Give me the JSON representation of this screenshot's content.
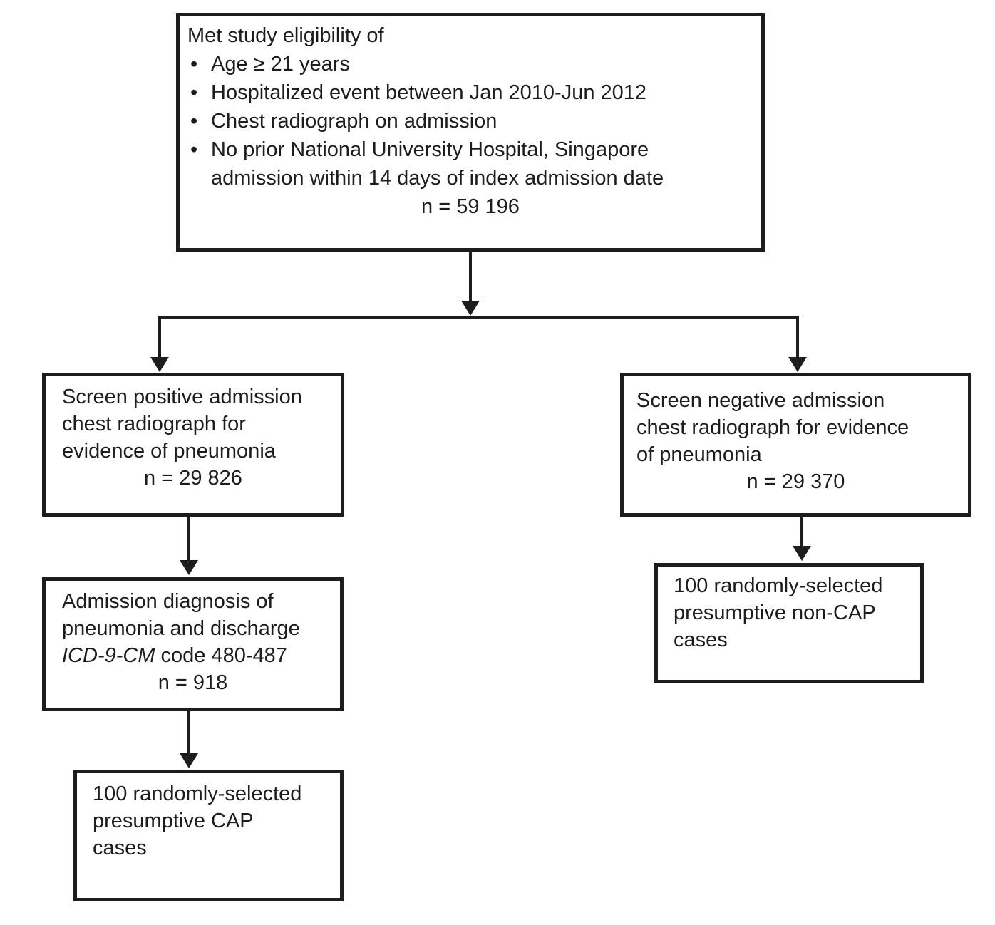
{
  "diagram": {
    "description": "Study eligibility and chest radiograph screening flowchart",
    "colors": {
      "ink": "#1d1d1b",
      "background": "#ffffff"
    },
    "bullet_glyph": "•",
    "boxes": {
      "eligibility": {
        "title": "Met study eligibility of",
        "bullets": [
          "Age ≥ 21 years",
          "Hospitalized event between Jan 2010-Jun 2012",
          "Chest radiograph on admission",
          "No prior National University Hospital, Singapore admission within 14 days of index admission date"
        ],
        "n_label": "n = 59 196"
      },
      "screen_positive": {
        "lines": [
          "Screen positive admission",
          "chest radiograph for",
          "evidence of pneumonia"
        ],
        "n_label": "n = 29 826"
      },
      "screen_negative": {
        "lines": [
          "Screen negative admission",
          "chest radiograph for evidence",
          "of pneumonia"
        ],
        "n_label": "n = 29 370"
      },
      "icd_diagnosis": {
        "lines": [
          "Admission diagnosis of",
          "pneumonia and discharge"
        ],
        "code_italic": "ICD-9-CM",
        "code_rest": " code 480-487",
        "n_label": "n = 918"
      },
      "cap_cases": {
        "lines": [
          "100 randomly-selected",
          "presumptive CAP",
          "cases"
        ]
      },
      "noncap_cases": {
        "lines": [
          "100 randomly-selected",
          "presumptive non-CAP",
          "cases"
        ]
      }
    }
  }
}
